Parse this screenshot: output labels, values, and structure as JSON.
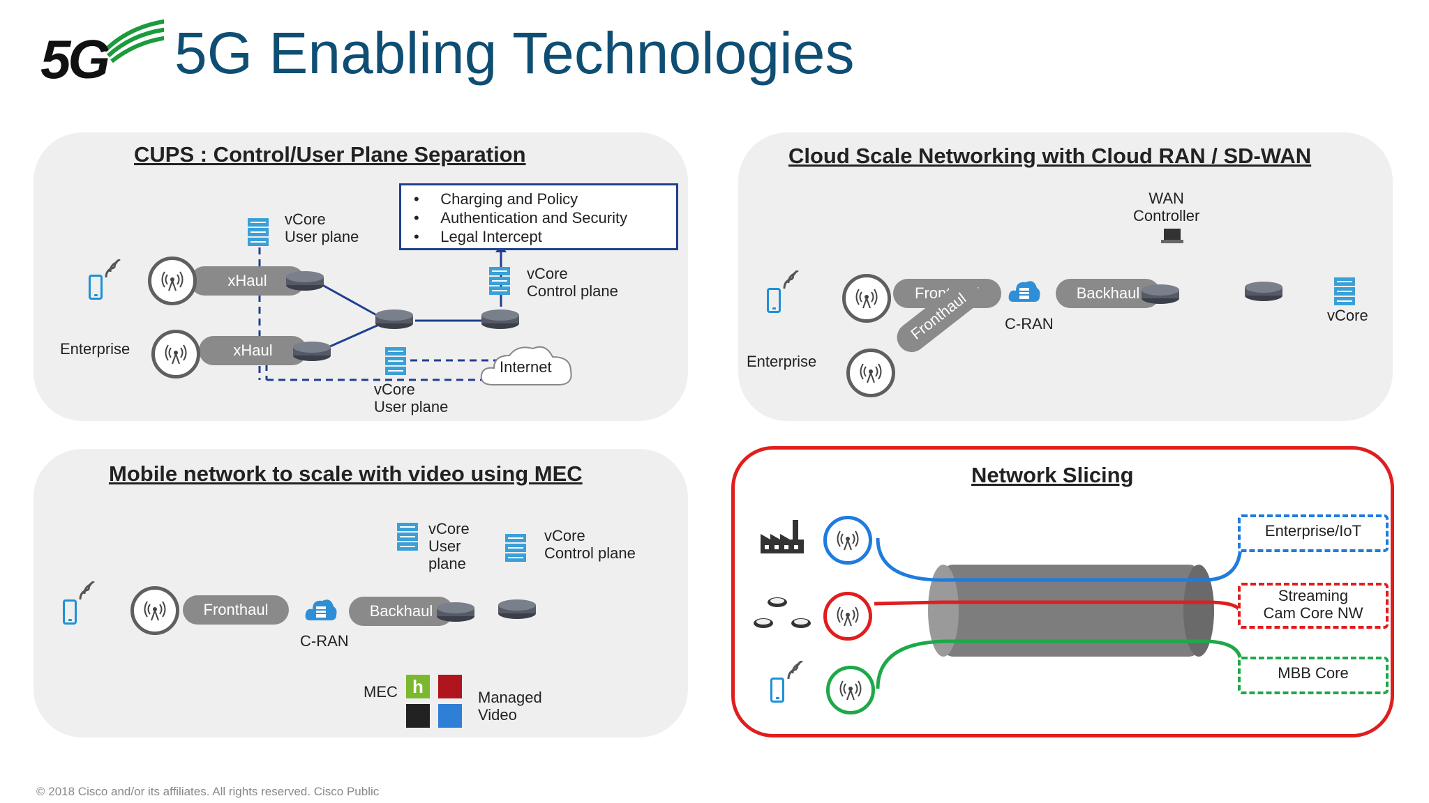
{
  "header": {
    "logo": "5G",
    "title": "5G Enabling Technologies"
  },
  "cups": {
    "title": "CUPS : Control/User Plane Separation",
    "vcore_user_top": [
      "vCore",
      "User plane"
    ],
    "vcore_control": [
      "vCore",
      "Control plane"
    ],
    "vcore_user_bottom": [
      "vCore",
      "User plane"
    ],
    "functions": [
      "Charging  and  Policy",
      "Authentication   and  Security",
      "Legal  Intercept"
    ],
    "xhaul_1": "xHaul",
    "xhaul_2": "xHaul",
    "enterprise": "Enterprise",
    "internet": "Internet"
  },
  "cloud": {
    "title": "Cloud Scale  Networking with Cloud RAN / SD-WAN",
    "wan_controller": [
      "WAN",
      "Controller"
    ],
    "fronthaul_1": "Fronthaul",
    "fronthaul_2": "Fronthaul",
    "backhaul": "Backhaul",
    "cran": "C-RAN",
    "vcore": "vCore",
    "enterprise": "Enterprise"
  },
  "mec": {
    "title": "Mobile network to scale  with video using MEC",
    "vcore_user": [
      "vCore",
      "User",
      "plane"
    ],
    "vcore_control": [
      "vCore",
      "Control plane"
    ],
    "fronthaul": "Fronthaul",
    "backhaul": "Backhaul",
    "cran": "C-RAN",
    "mec": "MEC",
    "managed_video": [
      "Managed",
      "Video"
    ]
  },
  "slicing": {
    "title": "Network Slicing",
    "slices": [
      {
        "label": [
          "Enterprise/IoT"
        ],
        "color": "#1e7be0"
      },
      {
        "label": [
          "Streaming",
          "Cam Core NW"
        ],
        "color": "#e01e1e"
      },
      {
        "label": [
          "MBB Core"
        ],
        "color": "#1ea84a"
      }
    ]
  },
  "footer": "© 2018  Cisco and/or its affiliates. All rights reserved.    Cisco Public"
}
